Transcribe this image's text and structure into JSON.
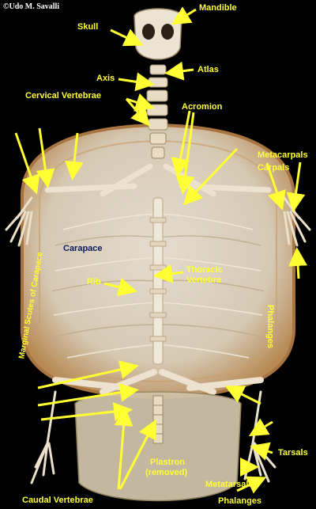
{
  "credit": "©Udo M. Savalli",
  "labels": {
    "mandible": "Mandible",
    "skull": "Skull",
    "atlas": "Atlas",
    "axis": "Axis",
    "cervical_vertebrae": "Cervical Vertebrae",
    "acromion": "Acromion",
    "metacarpals": "Metacarpals",
    "carpals": "Carpals",
    "carapace": "Carapace",
    "rib": "Rib",
    "thoracic_vertebra_line1": "Thoracic",
    "thoracic_vertebra_line2": "Vertebra",
    "marginal_scutes": "Marginal Scutes of Carapace",
    "phalanges_side": "Phalanges",
    "tarsals": "Tarsals",
    "plastron_line1": "Plastron",
    "plastron_line2": "(removed)",
    "metatarsals": "Metatarsals",
    "caudal_vertebrae": "Caudal Vertebrae",
    "phalanges_bottom": "Phalanges"
  },
  "colors": {
    "background": "#000000",
    "label": "#ffff33",
    "arrow": "#ffff33",
    "bone": "#e9dcc2",
    "carapace_interior": "#d9cfc0",
    "shell_rim": "#c99c66"
  }
}
